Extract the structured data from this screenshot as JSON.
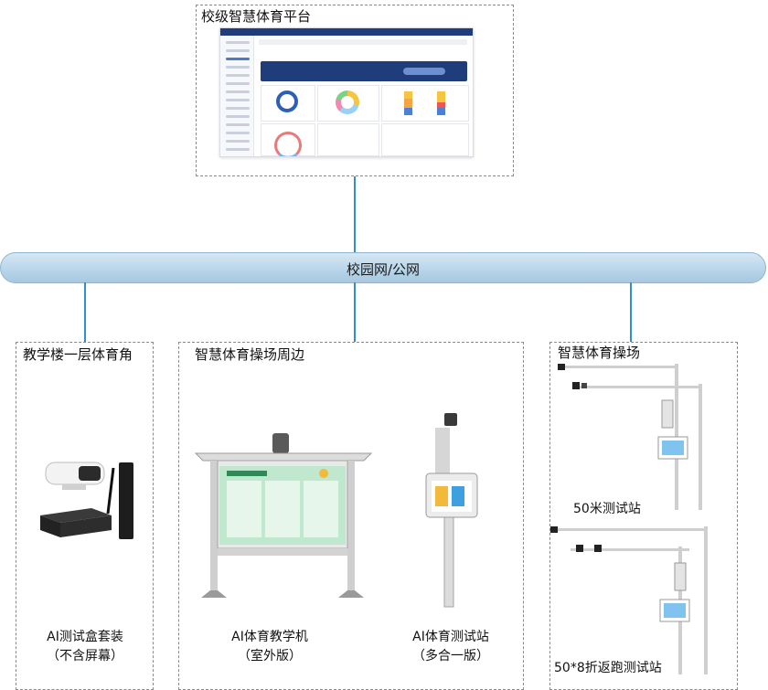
{
  "platform": {
    "title": "校级智慧体育平台"
  },
  "network": {
    "label": "校园网/公网"
  },
  "zones": {
    "teaching_building": {
      "title": "教学楼一层体育角",
      "device_caption": [
        "AI测试盒套装",
        "（不含屏幕）"
      ]
    },
    "field_surroundings": {
      "title": "智慧体育操场周边",
      "teaching_machine_caption": [
        "AI体育教学机",
        "（室外版）"
      ],
      "test_station_caption": [
        "AI体育测试站",
        "（多合一版）"
      ]
    },
    "field": {
      "title": "智慧体育操场",
      "station_50m": "50米测试站",
      "station_shuttle": "50*8折返跑测试站"
    }
  },
  "colors": {
    "connector": "#2f8fcf",
    "pipe": "#b9d6ea",
    "dashed_border": "#8a8a8a",
    "platform_header": "#1f3d7a"
  }
}
